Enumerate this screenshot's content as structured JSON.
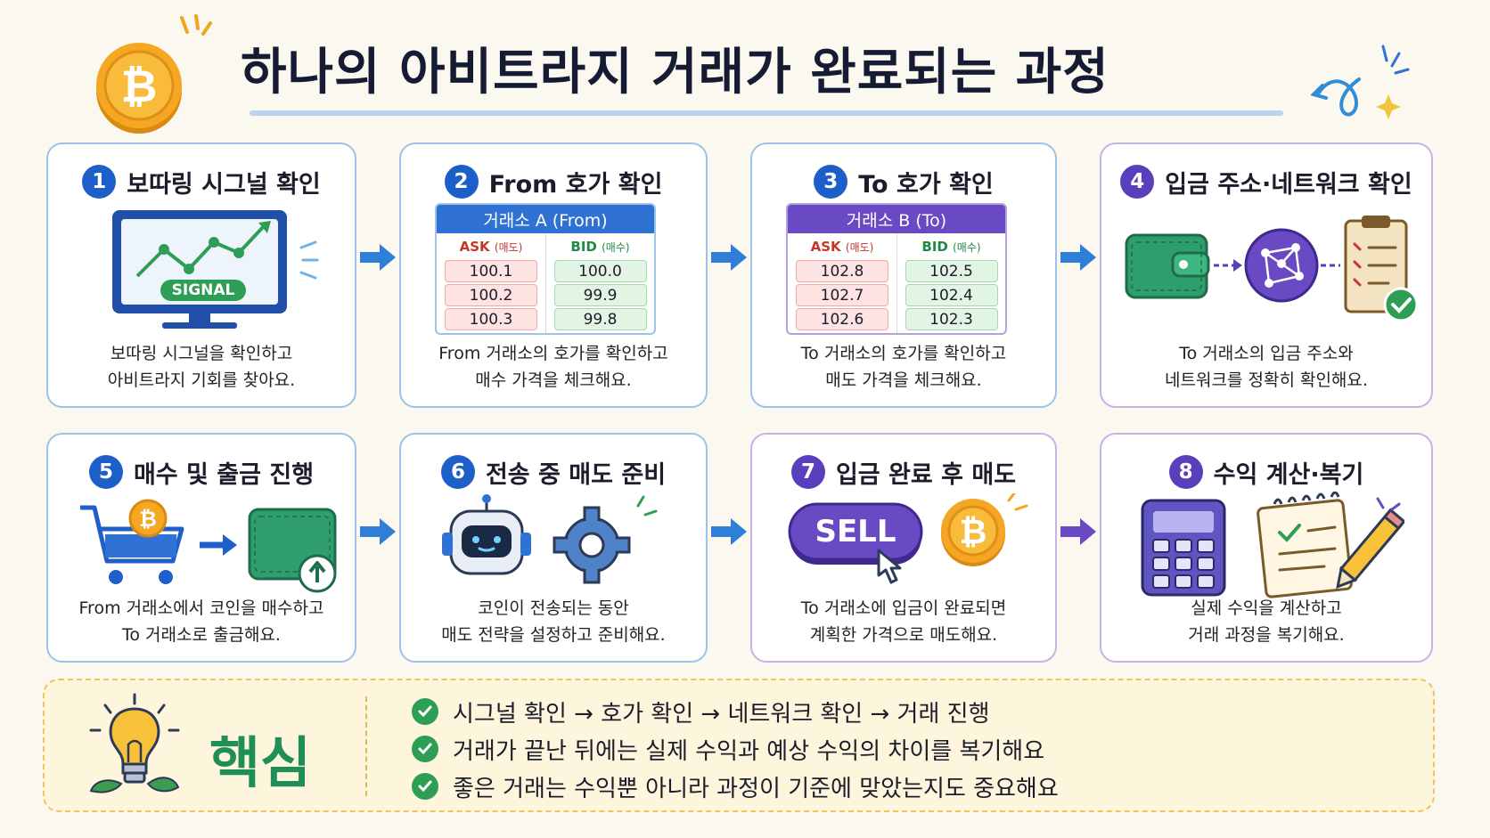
{
  "title": "하나의 아비트라지 거래가 완료되는 과정",
  "colors": {
    "blue": "#1d5fc9",
    "purple": "#5a3fbd",
    "green": "#2f9e55",
    "gold": "#f3a51f"
  },
  "steps": [
    {
      "num": "1",
      "title": "보따링 시그널 확인",
      "desc1": "보따링 시그널을 확인하고",
      "desc2": "아비트라지 기회를 찾아요.",
      "icon": "monitor-signal-icon",
      "art_label": "SIGNAL"
    },
    {
      "num": "2",
      "title": "From 호가 확인",
      "desc1": "From 거래소의 호가를 확인하고",
      "desc2": "매수 가격을 체크해요."
    },
    {
      "num": "3",
      "title": "To 호가 확인",
      "desc1": "To 거래소의 호가를 확인하고",
      "desc2": "매도 가격을 체크해요."
    },
    {
      "num": "4",
      "title": "입금 주소·네트워크 확인",
      "desc1": "To 거래소의 입금 주소와",
      "desc2": "네트워크를 정확히 확인해요."
    },
    {
      "num": "5",
      "title": "매수 및 출금 진행",
      "desc1": "From 거래소에서 코인을 매수하고",
      "desc2": "To 거래소로 출금해요."
    },
    {
      "num": "6",
      "title": "전송 중 매도 준비",
      "desc1": "코인이 전송되는 동안",
      "desc2": "매도 전략을 설정하고 준비해요."
    },
    {
      "num": "7",
      "title": "입금 완료 후 매도",
      "desc1": "To 거래소에 입금이 완료되면",
      "desc2": "계획한 가격으로 매도해요.",
      "art_label": "SELL"
    },
    {
      "num": "8",
      "title": "수익 계산·복기",
      "desc1": "실제 수익을 계산하고",
      "desc2": "거래 과정을 복기해요."
    }
  ],
  "book_from": {
    "header": "거래소 A (From)",
    "ask_label": "ASK",
    "ask_sub": "(매도)",
    "bid_label": "BID",
    "bid_sub": "(매수)",
    "asks": [
      "100.1",
      "100.2",
      "100.3"
    ],
    "bids": [
      "100.0",
      "99.9",
      "99.8"
    ]
  },
  "book_to": {
    "header": "거래소 B (To)",
    "ask_label": "ASK",
    "ask_sub": "(매도)",
    "bid_label": "BID",
    "bid_sub": "(매수)",
    "asks": [
      "102.8",
      "102.7",
      "102.6"
    ],
    "bids": [
      "102.5",
      "102.4",
      "102.3"
    ]
  },
  "key": {
    "label": "핵심",
    "items": [
      "시그널 확인 → 호가 확인 → 네트워크 확인 → 거래 진행",
      "거래가 끝난 뒤에는 실제 수익과 예상 수익의 차이를 복기해요",
      "좋은 거래는 수익뿐 아니라 과정이 기준에 맞았는지도 중요해요"
    ]
  }
}
